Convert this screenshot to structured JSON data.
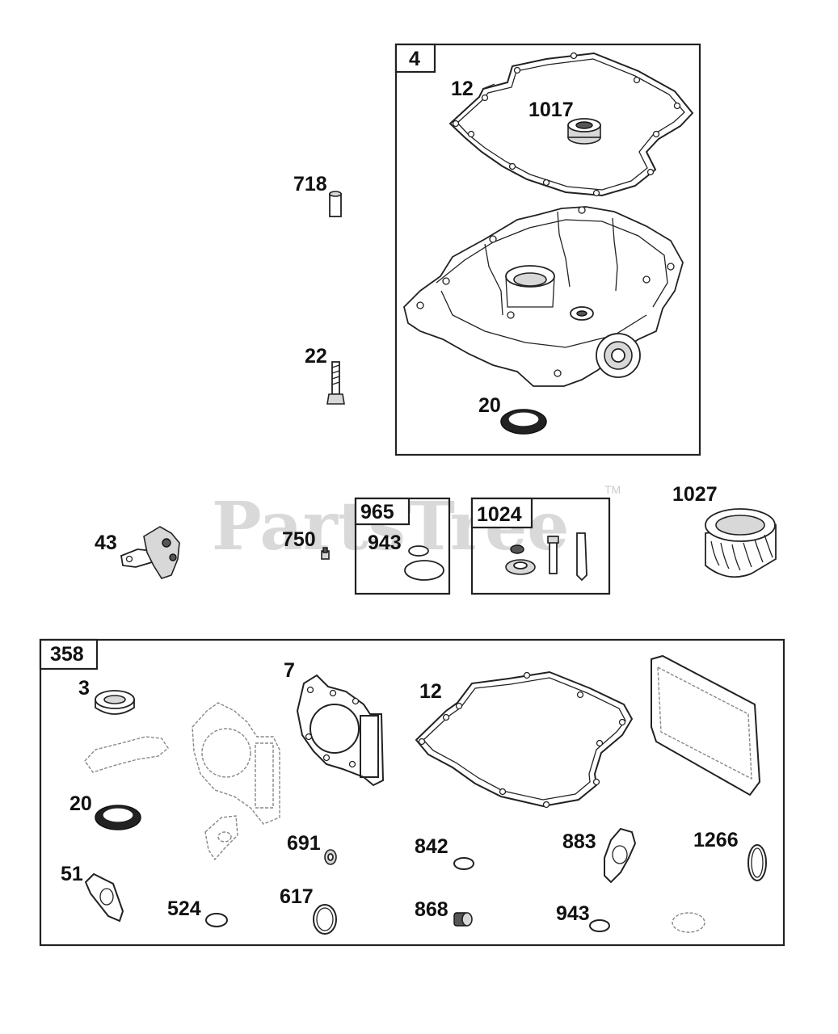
{
  "watermark": {
    "text": "PartsTree",
    "trademark": "TM"
  },
  "kits": {
    "crankcase_kit": {
      "label": "4"
    },
    "kit_965": {
      "label": "965"
    },
    "kit_1024": {
      "label": "1024"
    },
    "gasket_set": {
      "label": "358"
    }
  },
  "callouts": {
    "gasket_12_top": "12",
    "oil_cap_1017": "1017",
    "pin_718": "718",
    "bolt_22": "22",
    "seal_20_top": "20",
    "governor_43": "43",
    "screw_750": "750",
    "oring_943_kit": "943",
    "oil_filter_1027": "1027",
    "seal_3": "3",
    "gasket_7": "7",
    "gasket_12_set": "12",
    "seal_20_set": "20",
    "gasket_51": "51",
    "oring_524": "524",
    "oring_691": "691",
    "oring_617": "617",
    "oring_842": "842",
    "plug_868": "868",
    "gasket_883": "883",
    "oring_943_set": "943",
    "oring_1266": "1266"
  }
}
